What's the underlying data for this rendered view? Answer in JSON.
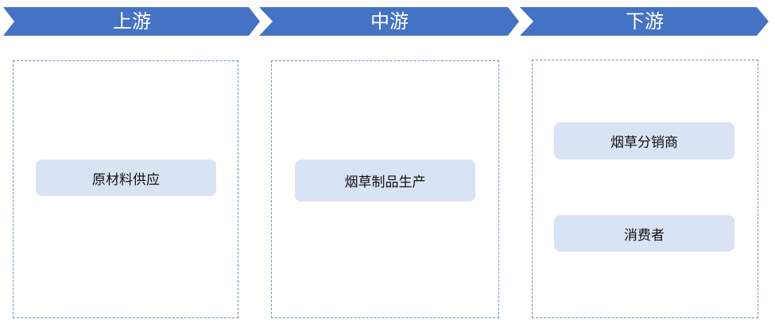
{
  "colors": {
    "chevron": "#4472c4",
    "pill": "#dae3f3",
    "dash_border": "#6f93b3"
  },
  "stages": [
    {
      "title": "上游",
      "items": [
        "原材料供应"
      ]
    },
    {
      "title": "中游",
      "items": [
        "烟草制品生产"
      ]
    },
    {
      "title": "下游",
      "items": [
        "烟草分销商",
        "消费者"
      ]
    }
  ]
}
